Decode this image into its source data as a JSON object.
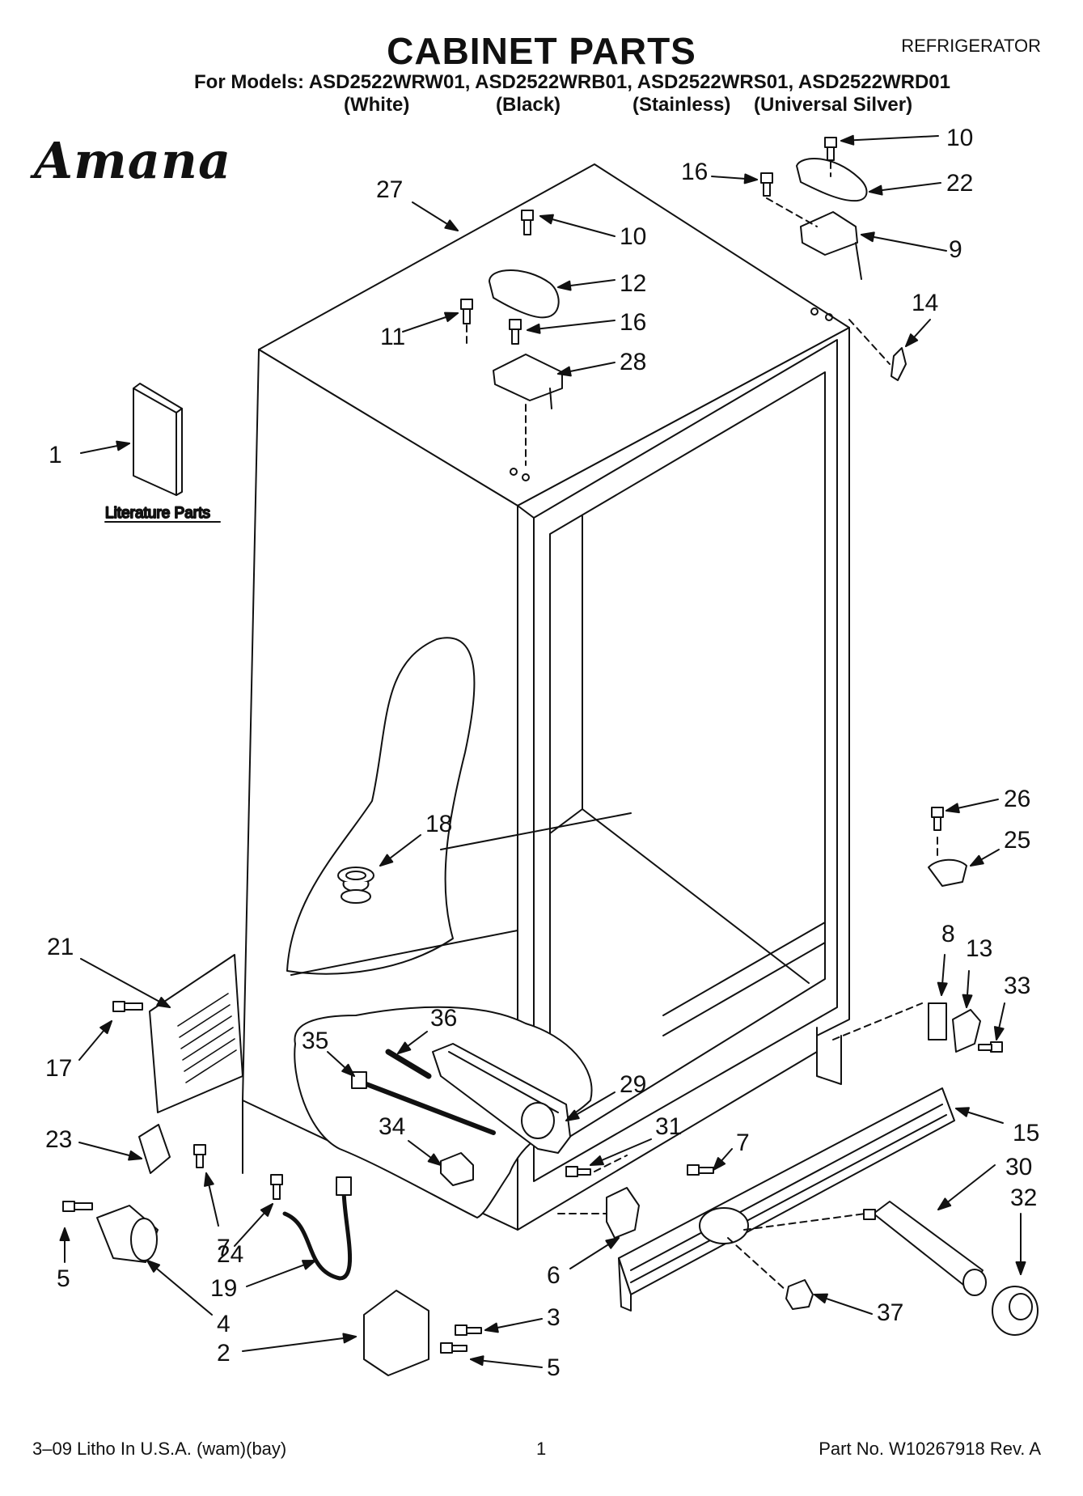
{
  "header": {
    "title": "CABINET PARTS",
    "appliance": "REFRIGERATOR",
    "models": "For Models: ASD2522WRW01, ASD2522WRB01, ASD2522WRS01, ASD2522WRD01",
    "variants": [
      "(White)",
      "(Black)",
      "(Stainless)",
      "(Universal Silver)"
    ]
  },
  "brand": {
    "logo_text": "Amana"
  },
  "diagram": {
    "literature_label": "Literature Parts",
    "callouts": [
      "1",
      "2",
      "3",
      "4",
      "5",
      "5",
      "6",
      "7",
      "7",
      "8",
      "9",
      "10",
      "10",
      "11",
      "12",
      "13",
      "14",
      "15",
      "16",
      "16",
      "17",
      "18",
      "19",
      "21",
      "22",
      "23",
      "24",
      "25",
      "26",
      "27",
      "28",
      "29",
      "30",
      "31",
      "32",
      "33",
      "34",
      "35",
      "36",
      "37"
    ]
  },
  "footer": {
    "left": "3–09 Litho In U.S.A. (wam)(bay)",
    "page_number": "1",
    "part_no": "Part No. W10267918 Rev. A"
  }
}
